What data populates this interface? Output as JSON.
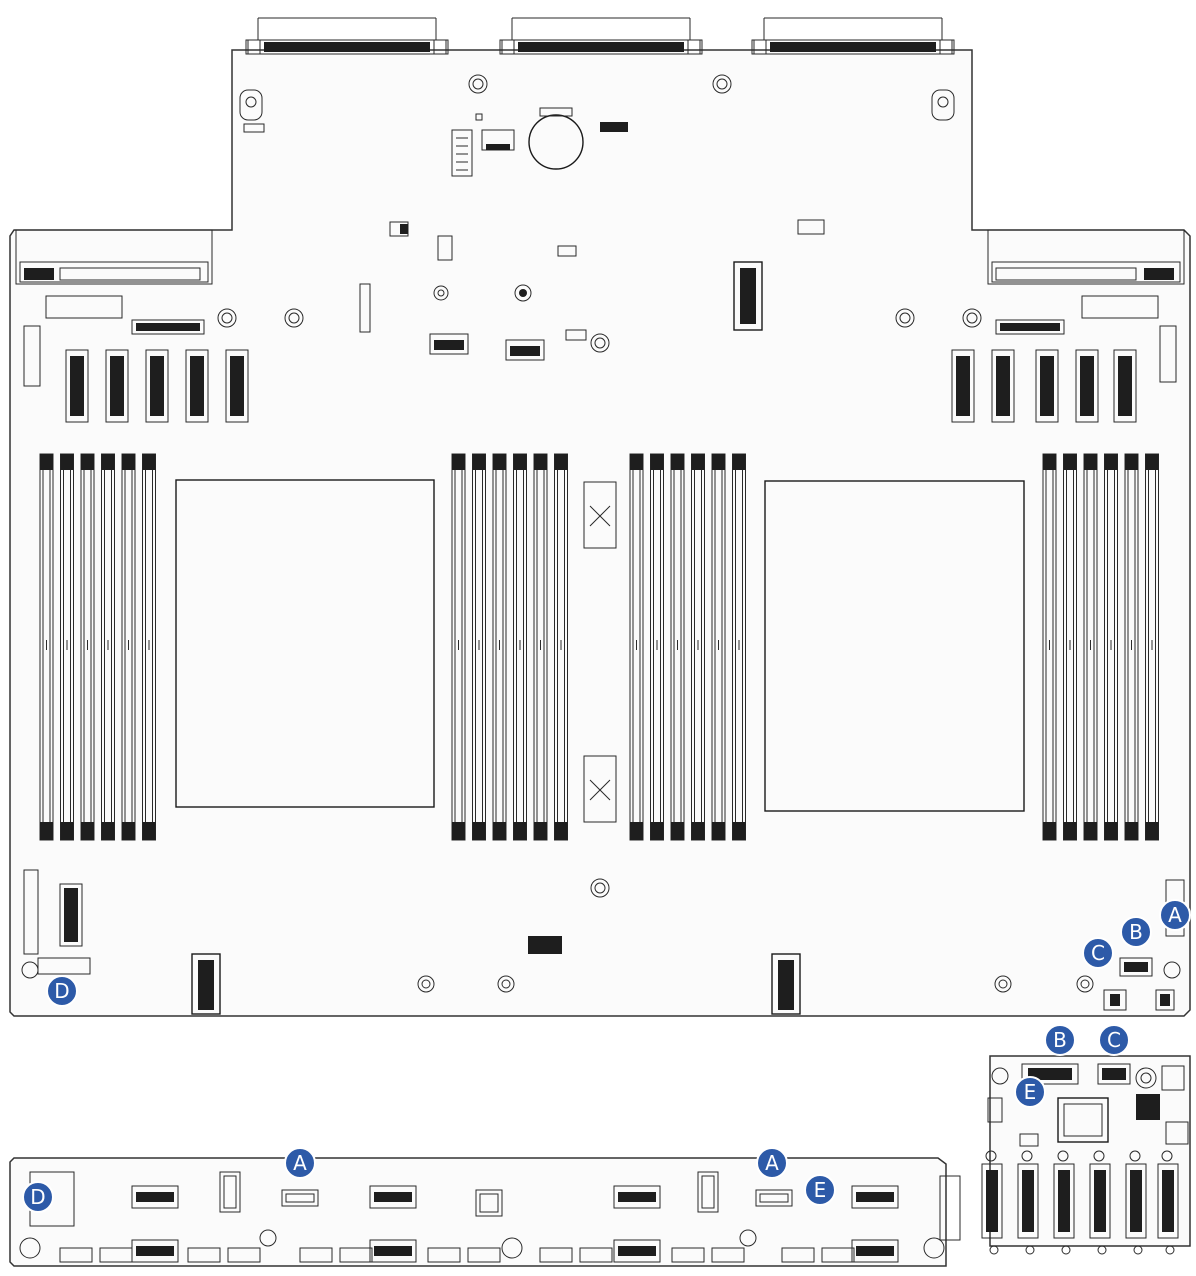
{
  "diagram": {
    "callouts": [
      {
        "id": "callout-a-main",
        "letter": "A"
      },
      {
        "id": "callout-b-main",
        "letter": "B"
      },
      {
        "id": "callout-c-main",
        "letter": "C"
      },
      {
        "id": "callout-d-main",
        "letter": "D"
      },
      {
        "id": "callout-b-riser",
        "letter": "B"
      },
      {
        "id": "callout-c-riser",
        "letter": "C"
      },
      {
        "id": "callout-e-riser",
        "letter": "E"
      },
      {
        "id": "callout-a-backplane-left",
        "letter": "A"
      },
      {
        "id": "callout-a-backplane-right",
        "letter": "A"
      },
      {
        "id": "callout-d-backplane",
        "letter": "D"
      },
      {
        "id": "callout-e-backplane",
        "letter": "E"
      }
    ],
    "colors": {
      "callout": "#2d5aa8",
      "line": "#1a1a1a",
      "board": "#fbfbfb"
    }
  }
}
